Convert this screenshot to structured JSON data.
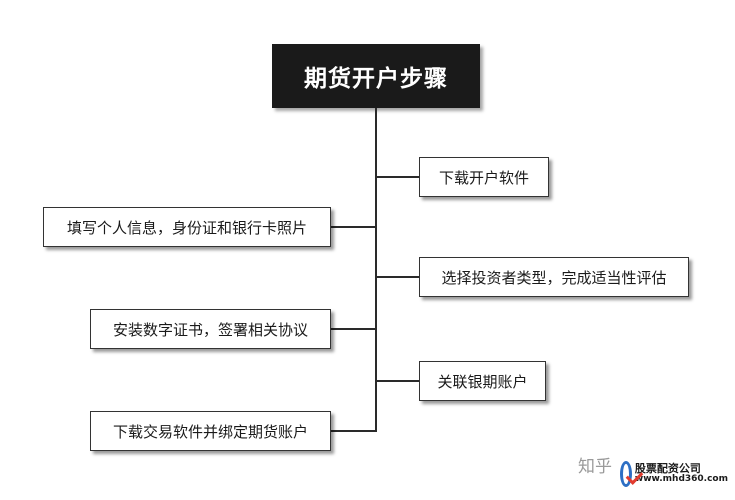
{
  "title": "期货开户步骤",
  "steps": [
    "下载开户软件",
    "填写个人信息，身份证和银行卡照片",
    "选择投资者类型，完成适当性评估",
    "安装数字证书，签署相关协议",
    "关联银期账户",
    "下载交易软件并绑定期货账户"
  ],
  "watermark": {
    "zhihu": "知乎",
    "logo_name": "股票配资公司",
    "logo_url": "www.mhd360.com"
  }
}
